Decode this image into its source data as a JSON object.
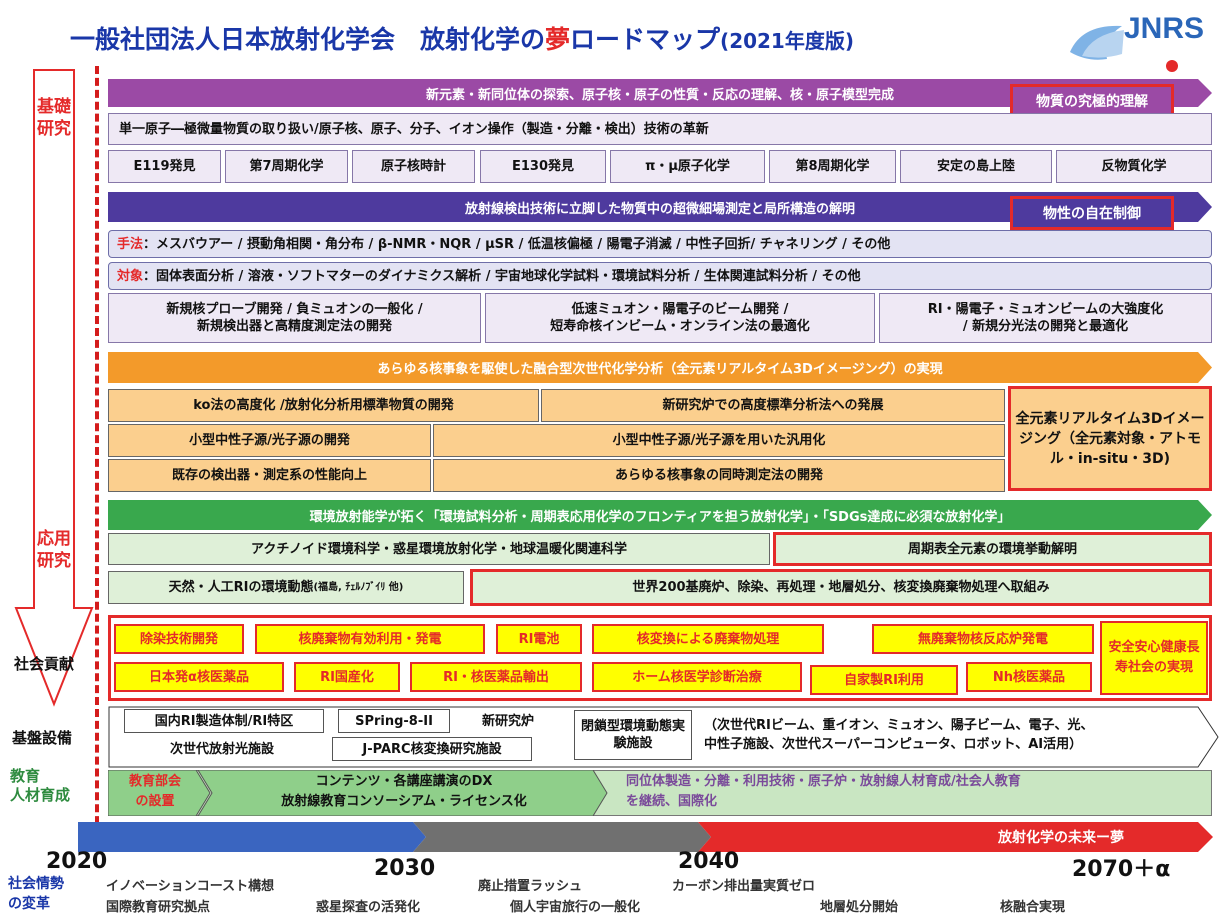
{
  "title": {
    "main": "一般社団法人日本放射化学会　放射化学の",
    "dream": "夢",
    "rest": "ロードマップ",
    "edition": "(2021年度版)"
  },
  "logo": {
    "text": "JNRS"
  },
  "vertical": {
    "kiso": "基礎研究",
    "ouyou": "応用研究"
  },
  "side_labels": {
    "shakai_koken": "社会貢献",
    "kiban": "基盤設備",
    "kyoiku": "教育\n人材育成",
    "shakai_josei_1": "社会情勢",
    "shakai_josei_2": "の変革"
  },
  "sec1": {
    "band": "新元素・新同位体の探索、原子核・原子の性質・反応の理解、核・原子模型完成",
    "tag": "物質の究極的理解",
    "row1": "単一原子―極微量物質の取り扱い/原子核、原子、分子、イオン操作（製造・分離・検出）技術の革新",
    "items": [
      "E119発見",
      "第7周期化学",
      "原子核時計",
      "E130発見",
      "π・μ原子化学",
      "第8周期化学",
      "安定の島上陸",
      "反物質化学"
    ]
  },
  "sec2": {
    "band": "放射線検出技術に立脚した物質中の超微細場測定と局所構造の解明",
    "tag": "物性の自在制御",
    "method_label": "手法",
    "method": "：メスバウアー / 摂動角相関・角分布 / β-NMR・NQR / μSR / 低温核偏極 / 陽電子消滅 / 中性子回折/ チャネリング / その他",
    "target_label": "対象",
    "target": "：固体表面分析 / 溶液・ソフトマターのダイナミクス解析 / 宇宙地球化学試料・環境試料分析 / 生体関連試料分析 / その他",
    "box1a": "新規核プローブ開発 / 負ミュオンの一般化 /",
    "box1b": "新規検出器と高精度測定法の開発",
    "box2a": "低速ミュオン・陽電子のビーム開発 /",
    "box2b": "短寿命核インビーム・オンライン法の最適化",
    "box3a": "RI・陽電子・ミュオンビームの大強度化",
    "box3b": "/ 新規分光法の開発と最適化"
  },
  "sec3": {
    "band": "あらゆる核事象を駆使した融合型次世代化学分析（全元素リアルタイム3Dイメージング）の実現",
    "r1a": "ko法の高度化 /放射化分析用標準物質の開発",
    "r1b": "新研究炉での高度標準分析法への発展",
    "r2a": "小型中性子源/光子源の開発",
    "r2b": "小型中性子源/光子源を用いた汎用化",
    "r3a": "既存の検出器・測定系の性能向上",
    "r3b": "あらゆる核事象の同時測定法の開発",
    "goal": "全元素リアルタイム3Dイメージング（全元素対象・アトモル・in-situ・3D)"
  },
  "sec4": {
    "band": "環境放射能学が拓く「環境試料分析・周期表応用化学のフロンティアを担う放射化学」・「SDGs達成に必須な放射化学」",
    "r1a": "アクチノイド環境科学・惑星環境放射化学・地球温暖化関連科学",
    "r1b": "周期表全元素の環境挙動解明",
    "r2a": "天然・人工RIの環境動態",
    "r2a_small": "(福島, ﾁｪﾙﾉﾌﾞｲﾘ 他)",
    "r2b": "世界200基廃炉、除染、再処理・地層処分、核変換廃棄物処理へ取組み"
  },
  "social": {
    "items": [
      "除染技術開発",
      "核廃棄物有効利用・発電",
      "RI電池",
      "核変換による廃棄物処理",
      "無廃棄物核反応炉発電",
      "日本発α核医薬品",
      "RI国産化",
      "RI・核医薬品輸出",
      "ホーム核医学診断治療",
      "自家製RI利用",
      "Nh核医薬品"
    ],
    "goal": "安全安心健康長寿社会の実現"
  },
  "infra": {
    "items": [
      "国内RI製造体制/RI特区",
      "SPring-8-II",
      "新研究炉",
      "次世代放射光施設",
      "J-PARC核変換研究施設",
      "閉鎖型環境動態実験施設"
    ],
    "note1": "（次世代RIビーム、重イオン、ミュオン、陽子ビーム、電子、光、",
    "note2": "中性子施設、次世代スーパーコンピュータ、ロボット、AI活用）"
  },
  "edu": {
    "a1": "教育部会",
    "a2": "の設置",
    "b1": "コンテンツ・各講座講演のDX",
    "b2": "放射線教育コンソーシアム・ライセンス化",
    "c1": "同位体製造・分離・利用技術・原子炉・放射線人材育成/社会人教育",
    "c2": "を継続、国際化"
  },
  "timeline": {
    "future_label": "放射化学の未来ー夢",
    "years": [
      "2020",
      "2030",
      "2040",
      "2070＋α"
    ],
    "events_row1": [
      "イノベーションコースト構想",
      "廃止措置ラッシュ",
      "カーボン排出量実質ゼロ"
    ],
    "events_row2": [
      "国際教育研究拠点",
      "惑星探査の活発化",
      "個人宇宙旅行の一般化",
      "地層処分開始",
      "核融合実現"
    ]
  },
  "colors": {
    "red": "#e42a2a",
    "purple": "#9b4aa5",
    "indigo": "#4e3a9e",
    "orange": "#f39a2a",
    "green": "#39a84d",
    "blue": "#3a65c0",
    "navy": "#1a37a8"
  }
}
